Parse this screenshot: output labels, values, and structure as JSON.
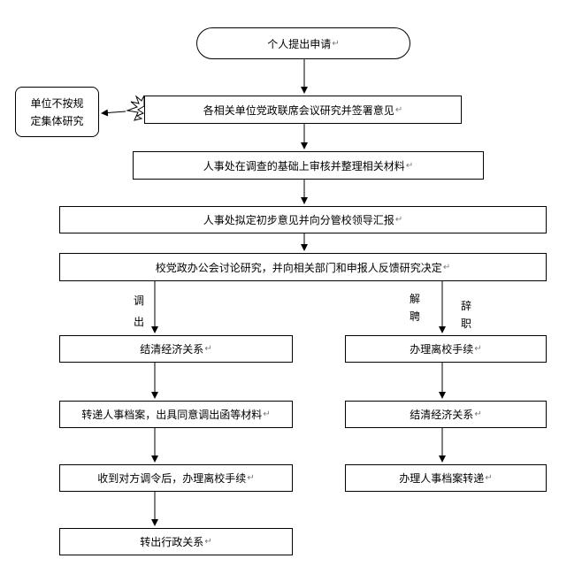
{
  "mark": "↵",
  "start": "个人提出申请",
  "step1": "各相关单位党政联席会议研究并签署意见",
  "side_note_line1": "单位不按规",
  "side_note_line2": "定集体研究",
  "step2": "人事处在调查的基础上审核并整理相关材料",
  "step3": "人事处拟定初步意见并向分管校领导汇报",
  "step4": "校党政办公会讨论研究，并向相关部门和申报人反馈研究决定",
  "left_branch": {
    "label": [
      "调",
      "出"
    ],
    "steps": [
      "结清经济关系",
      "转递人事档案，出具同意调出函等材料",
      "收到对方调令后，办理离校手续",
      "转出行政关系"
    ]
  },
  "right_branch": {
    "label_a": [
      "解",
      "聘"
    ],
    "label_b": [
      "辞",
      "职"
    ],
    "steps": [
      "办理离校手续",
      "结清经济关系",
      "办理人事档案转递"
    ]
  }
}
